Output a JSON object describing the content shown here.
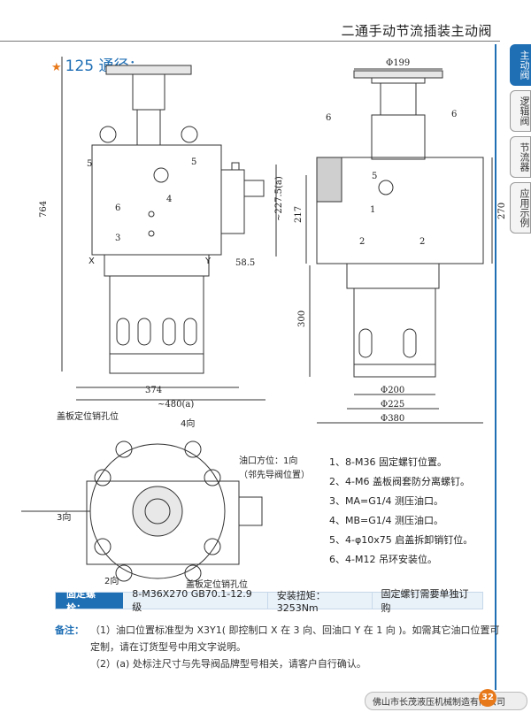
{
  "header": {
    "title": "二通手动节流插装主动阀"
  },
  "side_tabs": [
    "主动阀",
    "逻辑阀",
    "节流器",
    "应用示例"
  ],
  "section": {
    "star": "★",
    "title": "125 通径："
  },
  "front_view": {
    "dims": {
      "height": "764",
      "width": "374",
      "overall": "~480(a)",
      "depth": "~227.5(a)",
      "offset": "58.5"
    },
    "callouts": [
      "5",
      "5",
      "6",
      "4",
      "3",
      "X",
      "Y"
    ]
  },
  "side_view": {
    "dims": {
      "top_dia": "Φ199",
      "h1": "217",
      "h2": "270",
      "h3": "300",
      "d1": "Φ200",
      "d2": "Φ225",
      "d3": "Φ380"
    },
    "callouts": [
      "6",
      "6",
      "5",
      "1",
      "2",
      "2"
    ]
  },
  "top_view": {
    "labels": {
      "cover_pin_top": "盖板定位销孔位",
      "dir4": "4向",
      "port_dir": "油口方位：1向",
      "pilot_pos": "（邻先导阀位置）",
      "dir3": "3向",
      "dir2": "2向",
      "cover_pin_bottom": "盖板定位销孔位"
    }
  },
  "notes": [
    "1、8-M36 固定螺钉位置。",
    "2、4-M6 盖板阀套防分离螺钉。",
    "3、MA=G1/4 测压油口。",
    "4、MB=G1/4 测压油口。",
    "5、4-φ10x75 启盖拆卸销钉位。",
    "6、4-M12 吊环安装位。"
  ],
  "bolt_bar": {
    "label": "固定螺栓：",
    "spec": "8-M36X270  GB70.1-12.9 级",
    "torque": "安装扭矩：3253Nm",
    "note": "固定螺钉需要单独订购"
  },
  "remarks": {
    "label": "备注：",
    "item1": "（1）油口位置标准型为 X3Y1( 即控制口 X 在 3 向、回油口 Y 在 1 向 )。如需其它油口位置可定制，请在订货型号中用文字说明。",
    "item2": "（2）(a) 处标注尺寸与先导阀品牌型号相关，请客户自行确认。"
  },
  "footer": {
    "company": "佛山市长茂液压机械制造有限公司",
    "page": "32"
  },
  "colors": {
    "accent": "#1f6fb5",
    "star": "#e8791b"
  }
}
